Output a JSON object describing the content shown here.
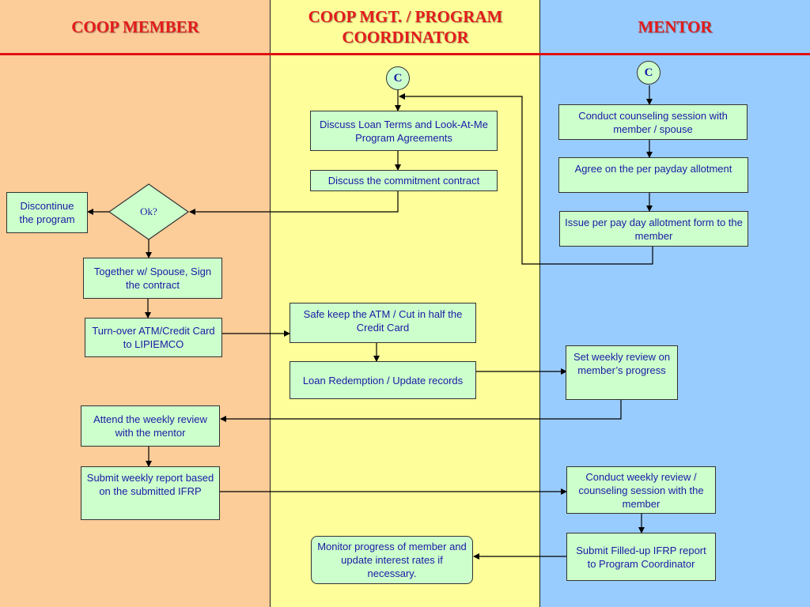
{
  "lanes": {
    "member": "COOP MEMBER",
    "coordinator": "COOP MGT. / PROGRAM COORDINATOR",
    "mentor": "MENTOR"
  },
  "connectors": {
    "coordinator": "C",
    "mentor": "C"
  },
  "decision": {
    "label": "Ok?"
  },
  "steps": {
    "discuss_loan_terms": "Discuss Loan Terms and Look-At-Me Program Agreements",
    "discuss_commitment": "Discuss the commitment contract",
    "discontinue": "Discontinue the program",
    "sign_contract": "Together w/ Spouse, Sign the contract",
    "turnover_atm": "Turn-over ATM/Credit Card to LIPIEMCO",
    "safe_keep_atm": "Safe keep the ATM / Cut in half the Credit Card",
    "loan_redemption": "Loan Redemption / Update records",
    "attend_review": "Attend the weekly review with the mentor",
    "submit_weekly_report": "Submit weekly report based on the submitted IFRP",
    "monitor_progress": "Monitor progress of member and update interest rates if necessary.",
    "counseling_session": "Conduct counseling session with member / spouse",
    "agree_allotment": "Agree on the per payday allotment",
    "issue_allotment_form": "Issue per pay day allotment form to the member",
    "set_weekly_review": "Set weekly review on member’s progress",
    "conduct_weekly_review": "Conduct weekly review / counseling session with the member",
    "submit_ifrp": "Submit Filled-up IFRP report to Program Coordinator"
  },
  "colors": {
    "member_lane": "#fccc99",
    "coordinator_lane": "#fefe9a",
    "mentor_lane": "#99ccfe",
    "title_text": "#e41c1c",
    "box_fill": "#ccffcc",
    "box_text": "#1a1aa6"
  }
}
